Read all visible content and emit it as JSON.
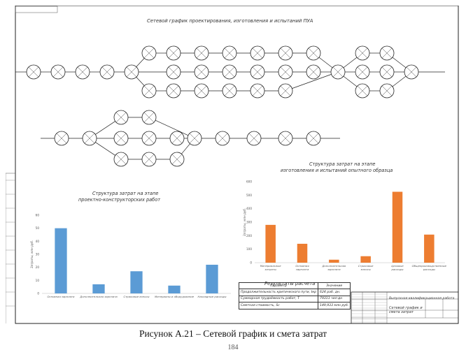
{
  "drawing": {
    "network_title": "Сетевой график проектирования, изготовления и испытаний ПУА",
    "chart1_title_line1": "Структура затрат на этапе",
    "chart1_title_line2": "проектно-конструкторских работ",
    "chart2_title_line1": "Структура затрат на этапе",
    "chart2_title_line2": "изготовления и испытаний опытного образца",
    "results_title": "Результаты расчета",
    "results_headers": [
      "Параметр",
      "Значение"
    ],
    "results_rows": [
      [
        "Продолжительность критического пути, tкр",
        "624 раб. дн."
      ],
      [
        "Суммарная трудоёмкость работ, Т",
        "79311 чел·дн"
      ],
      [
        "Сметная стоимость, Sс",
        "149,933 млн руб."
      ]
    ],
    "stamp_title": "Сетевой график и смета затрат",
    "stamp_work": "Выпускная квалификационная работа"
  },
  "chart_data": [
    {
      "type": "bar",
      "title": "Структура затрат на этапе проектно-конструкторских работ",
      "categories": [
        "Основная зарплата",
        "Дополнительная зарплата",
        "Страховые взносы",
        "Материалы и оборудование",
        "Накладные расходы"
      ],
      "values": [
        50,
        7,
        17,
        6,
        22
      ],
      "ylim": [
        0,
        60
      ],
      "yticks": [
        0,
        10,
        20,
        30,
        40,
        50,
        60
      ],
      "ylabel": "Затраты, млн руб.",
      "color": "#5b9bd5",
      "grid": false
    },
    {
      "type": "bar",
      "title": "Структура затрат на этапе изготовления и испытаний опытного образца",
      "categories": [
        "Материальные затраты",
        "Основная зарплата",
        "Дополнительная зарплата",
        "Страховые взносы",
        "Цеховые расходы",
        "Общепроизводственные расходы"
      ],
      "values": [
        280,
        140,
        22,
        48,
        525,
        208
      ],
      "ylim": [
        0,
        600
      ],
      "yticks": [
        0,
        100,
        200,
        300,
        400,
        500,
        600
      ],
      "ylabel": "Затраты, млн руб.",
      "color": "#ed7d31",
      "grid": false
    }
  ],
  "caption": "Рисунок А.21 – Сетевой график и смета затрат",
  "page_number": "184"
}
